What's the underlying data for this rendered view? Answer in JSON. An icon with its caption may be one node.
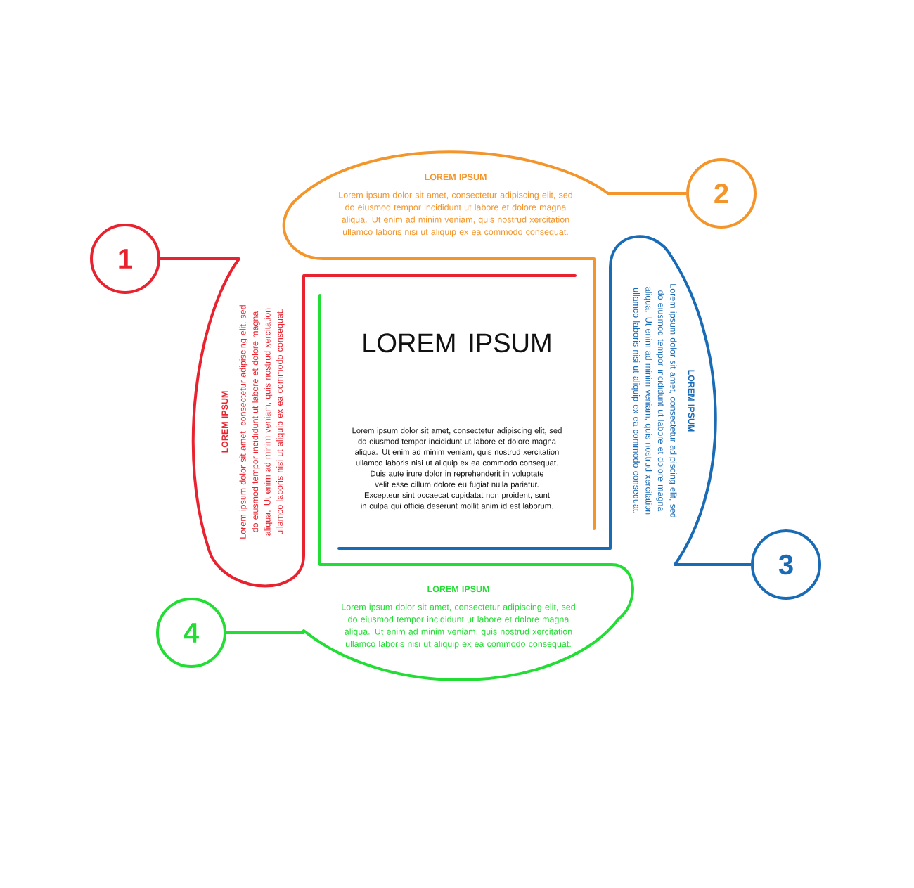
{
  "diagram": {
    "nodes": [
      {
        "text": [
          "1"
        ]
      },
      {
        "text": [
          "LOREM IPSUM",
          "Lorem ipsum dolor sit amet, consectetur adipiscing elit, sed do eiusmod tempor incididunt ut labore et dolore magna aliqua. Ut enim ad minim veniam, quis nostrud xercitation ullamco laboris nisi ut aliquip ex ea commodo consequat."
        ]
      },
      {
        "text": [
          "2"
        ]
      },
      {
        "text": [
          "LOREM IPSUM",
          "Lorem ipsum dolor sit amet, consectetur adipiscing elit, sed do eiusmod tempor incididunt ut labore et dolore magna aliqua. Ut enim ad minim veniam, quis nostrud xercitation ullamco laboris nisi ut aliquip ex ea commodo consequat."
        ]
      },
      {
        "text": [
          "3"
        ]
      },
      {
        "text": [
          "LOREM IPSUM",
          "Lorem ipsum dolor sit amet, consectetur adipiscing elit, sed do eiusmod tempor incididunt ut labore et dolore magna aliqua. Ut enim ad minim veniam, quis nostrud xercitation ullamco laboris nisi ut aliquip ex ea commodo consequat."
        ]
      },
      {
        "text": [
          "4"
        ]
      },
      {
        "text": [
          "LOREM IPSUM",
          "Lorem ipsum dolor sit amet, consectetur adipiscing elit, sed do eiusmod tempor incididunt ut labore et dolore magna aliqua. Ut enim ad minim veniam, quis nostrud xercitation ullamco laboris nisi ut aliquip ex ea commodo consequat."
        ]
      },
      {
        "text": [
          "LOREM IPSUM",
          "Lorem ipsum dolor sit amet, consectetur adipiscing elit, sed do eiusmod tempor incididunt ut labore et dolore magna aliqua. Ut enim ad minim veniam, quis nostrud xercitation ullamco laboris nisi ut aliquip ex ea commodo consequat.",
          "Duis aute irure dolor in reprehenderit in voluptate velit esse cillum dolore eu fugiat nulla pariatur. Excepteur sint occaecat cupidatat non proident, sunt in culpa qui officia deserunt mollit anim id est laborum."
        ]
      }
    ],
    "edges": [
      {
        "from": 0,
        "to": 1,
        "arrow": "none",
        "color": "#e8232f"
      },
      {
        "from": 2,
        "to": 3,
        "arrow": "none",
        "color": "#f3952a"
      },
      {
        "from": 4,
        "to": 5,
        "arrow": "none",
        "color": "#1a6bb5"
      },
      {
        "from": 6,
        "to": 7,
        "arrow": "none",
        "color": "#22dd33"
      }
    ]
  }
}
